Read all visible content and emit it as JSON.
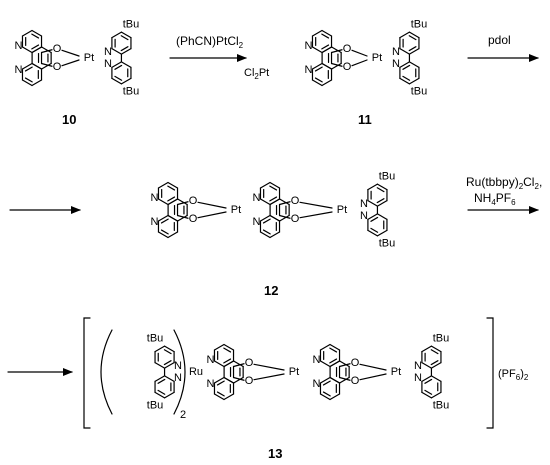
{
  "atoms": {
    "N": "N",
    "O": "O",
    "Pt": "Pt",
    "Ru": "Ru",
    "tBu": "tBu"
  },
  "compounds": {
    "c10": "10",
    "c11": "11",
    "c12": "12",
    "c13": "13"
  },
  "arrows": {
    "a1": {
      "label": "(PhCN)PtCl",
      "label_sub": "2"
    },
    "a2": {
      "label": "pdol"
    },
    "a4": {
      "line1": "Ru(tbbpy)",
      "line1_sub": "2",
      "line1_tail": "Cl",
      "line1_sub2": "2",
      "line1_end": ",",
      "line2": "NH",
      "line2_sub": "4",
      "line2_mid": "PF",
      "line2_sub2": "6"
    }
  },
  "labels": {
    "cl2pt": {
      "main": "Cl",
      "sub": "2",
      "tail": "Pt"
    },
    "counterion": {
      "main": "(PF",
      "sub": "6",
      "tail": ")",
      "sub2": "2"
    },
    "paren_sub": "2"
  }
}
